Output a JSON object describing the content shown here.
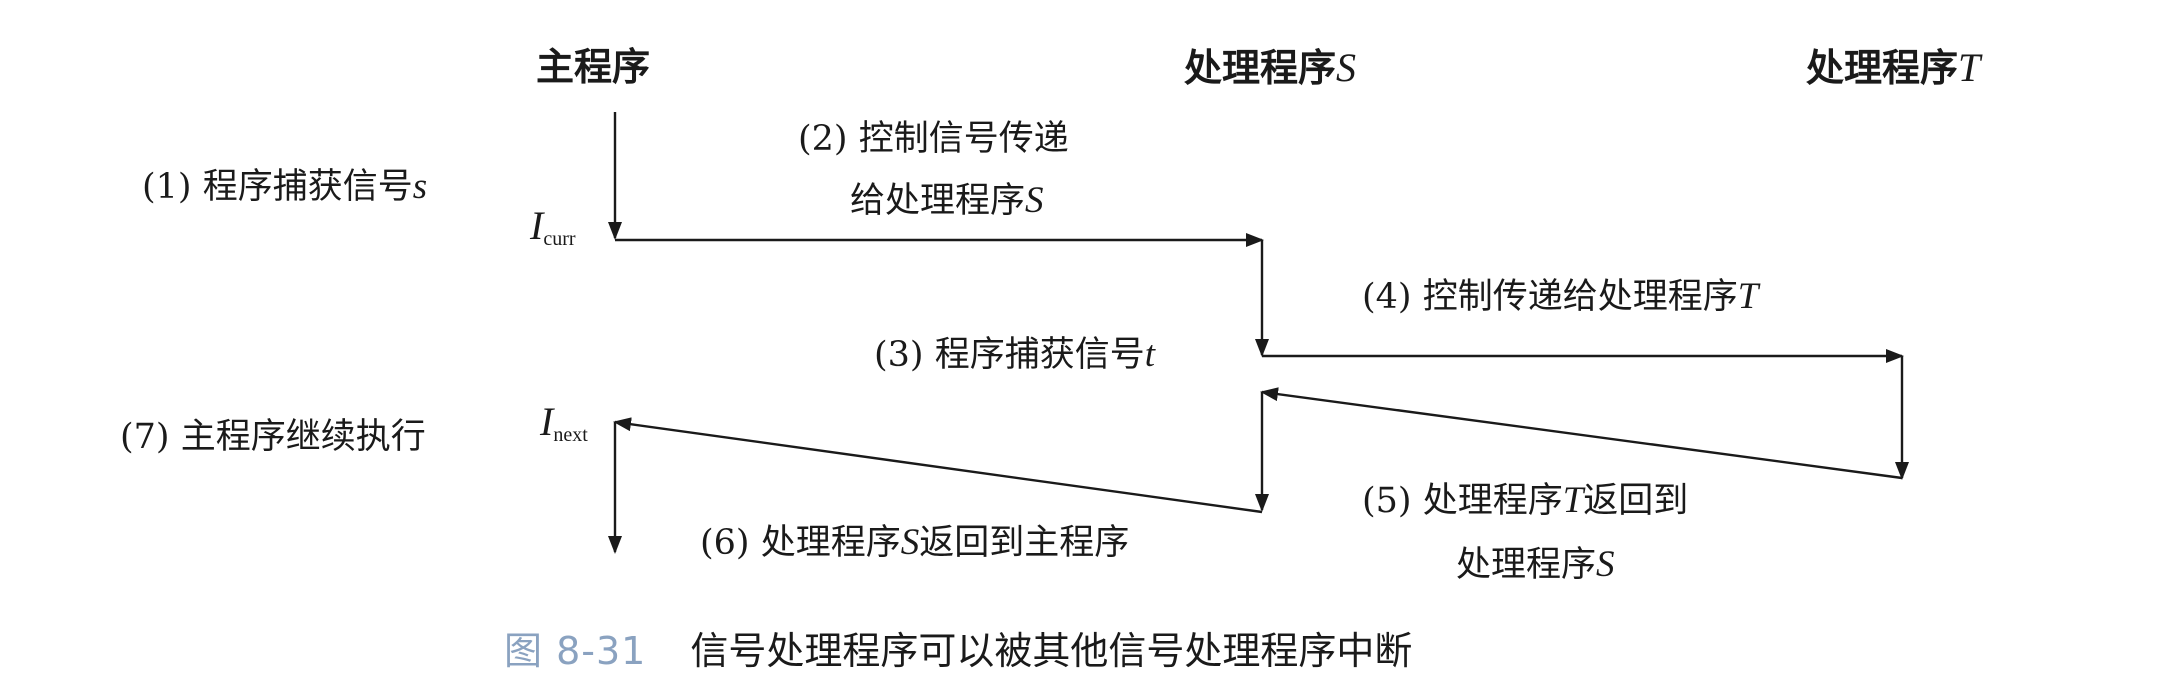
{
  "columns": {
    "main": "主程序",
    "handler_s": {
      "text": "处理程序",
      "var": "S"
    },
    "handler_t": {
      "text": "处理程序",
      "var": "T"
    }
  },
  "points": {
    "curr": {
      "base": "I",
      "sub": "curr"
    },
    "next": {
      "base": "I",
      "sub": "next"
    }
  },
  "steps": {
    "step1": {
      "text": "(1) 程序捕获信号",
      "var": "s"
    },
    "step2_line1": "(2) 控制信号传递",
    "step2_line2": {
      "text": "给处理程序",
      "var": "S"
    },
    "step3": {
      "text": "(3) 程序捕获信号",
      "var": "t"
    },
    "step4": {
      "text": "(4) 控制传递给处理程序",
      "var": "T"
    },
    "step5_line1": {
      "text_before": "(5) 处理程序",
      "var": "T",
      "text_after": "返回到"
    },
    "step5_line2": {
      "text": "处理程序",
      "var": "S"
    },
    "step6": {
      "text_before": "(6) 处理程序",
      "var": "S",
      "text_after": "返回到主程序"
    },
    "step7": "(7) 主程序继续执行"
  },
  "caption": {
    "figure": "图 8-31",
    "text": "信号处理程序可以被其他信号处理程序中断"
  },
  "colors": {
    "ink": "#1a1a1a",
    "figure_number": "#8aa2c0"
  }
}
